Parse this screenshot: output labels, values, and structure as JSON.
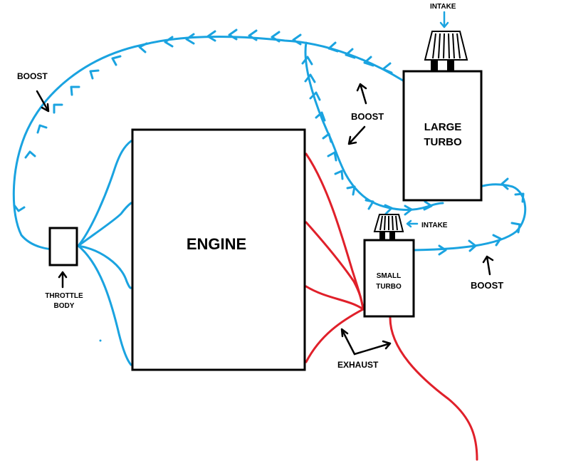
{
  "diagram": {
    "engine_label": "ENGINE",
    "large_turbo": {
      "line1": "LARGE",
      "line2": "TURBO"
    },
    "small_turbo": {
      "line1": "SMALL",
      "line2": "TURBO"
    },
    "throttle_body": {
      "line1": "THROTTLE",
      "line2": "BODY"
    },
    "labels": {
      "boost_left": "BOOST",
      "boost_middle": "BOOST",
      "boost_right": "BOOST",
      "intake_top": "INTAKE",
      "intake_small": "INTAKE",
      "exhaust": "EXHAUST"
    },
    "colors": {
      "boost": "#1aa3e0",
      "exhaust": "#e0202a",
      "outline": "#000000"
    }
  }
}
